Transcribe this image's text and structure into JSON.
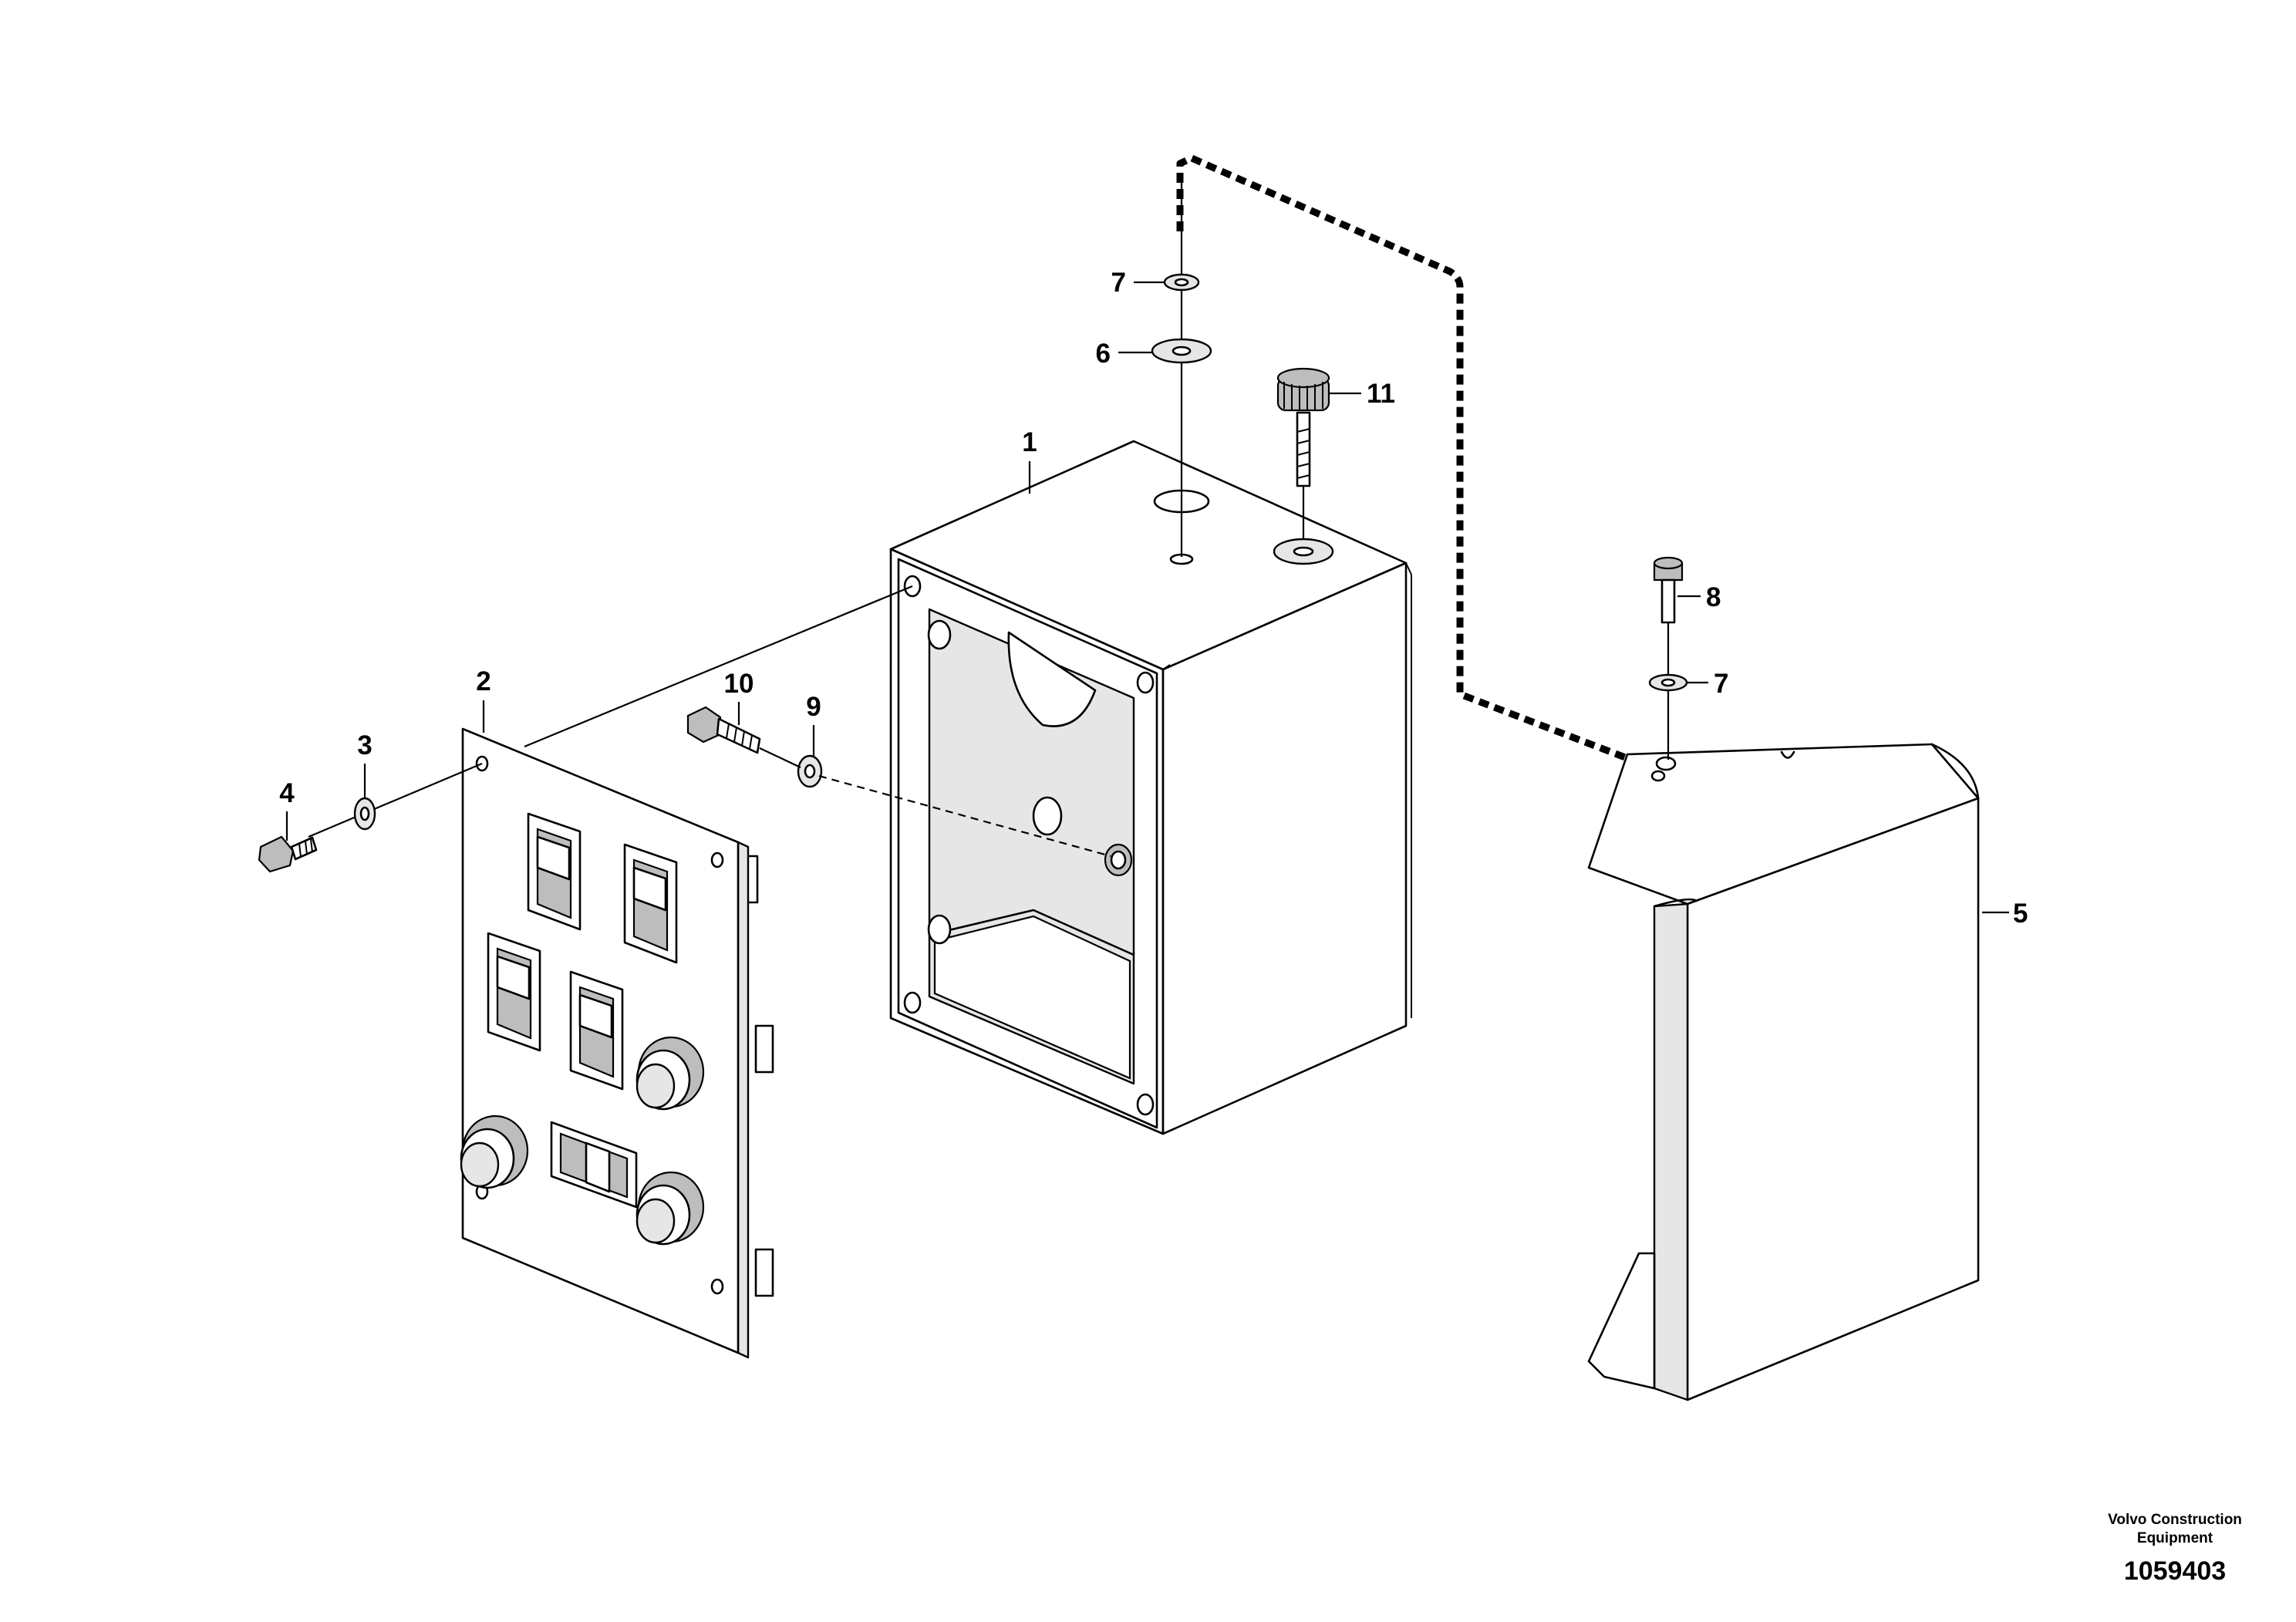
{
  "diagram": {
    "callouts": {
      "c1": "1",
      "c2": "2",
      "c3": "3",
      "c4": "4",
      "c5": "5",
      "c6": "6",
      "c7a": "7",
      "c7b": "7",
      "c8": "8",
      "c9": "9",
      "c10": "10",
      "c11": "11"
    },
    "credit_line1": "Volvo Construction",
    "credit_line2": "Equipment",
    "doc_number": "1059403"
  }
}
